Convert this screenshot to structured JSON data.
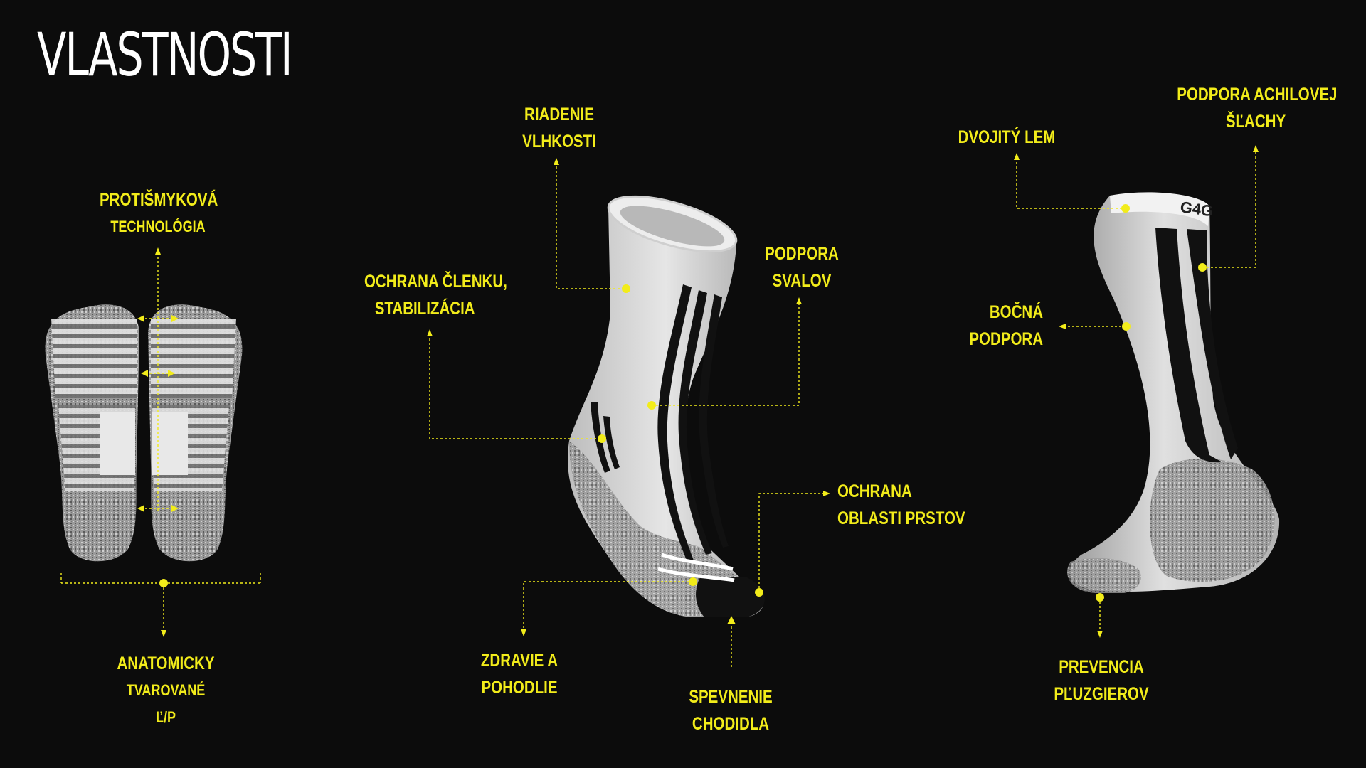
{
  "title": "VLASTNOSTI",
  "accent_color": "#f2ec1a",
  "brand_logo_text": "G4G",
  "labels": {
    "protismykova": [
      "PROTIŠMYKOVÁ",
      "TECHNOLÓGIA"
    ],
    "anatomicky": [
      "ANATOMICKY",
      "TVAROVANÉ",
      "Ľ/P"
    ],
    "riadenie": [
      "RIADENIE",
      "VLHKOSTI"
    ],
    "ochrana_clenku": [
      "OCHRANA ČLENKU,",
      "STABILIZÁCIA"
    ],
    "podpora_svalov": [
      "PODPORA",
      "SVALOV"
    ],
    "ochrana_prstov": [
      "OCHRANA",
      "OBLASTI PRSTOV"
    ],
    "zdravie": [
      "ZDRAVIE A",
      "POHODLIE"
    ],
    "spevnenie": [
      "SPEVNENIE",
      "CHODIDLA"
    ],
    "dvojity_lem": [
      "DVOJITÝ LEM"
    ],
    "achilovej": [
      "PODPORA ACHILOVEJ",
      "ŠĽACHY"
    ],
    "bocna": [
      "BOČNÁ",
      "PODPORA"
    ],
    "prevencia": [
      "PREVENCIA",
      "PĽUZGIEROV"
    ]
  }
}
